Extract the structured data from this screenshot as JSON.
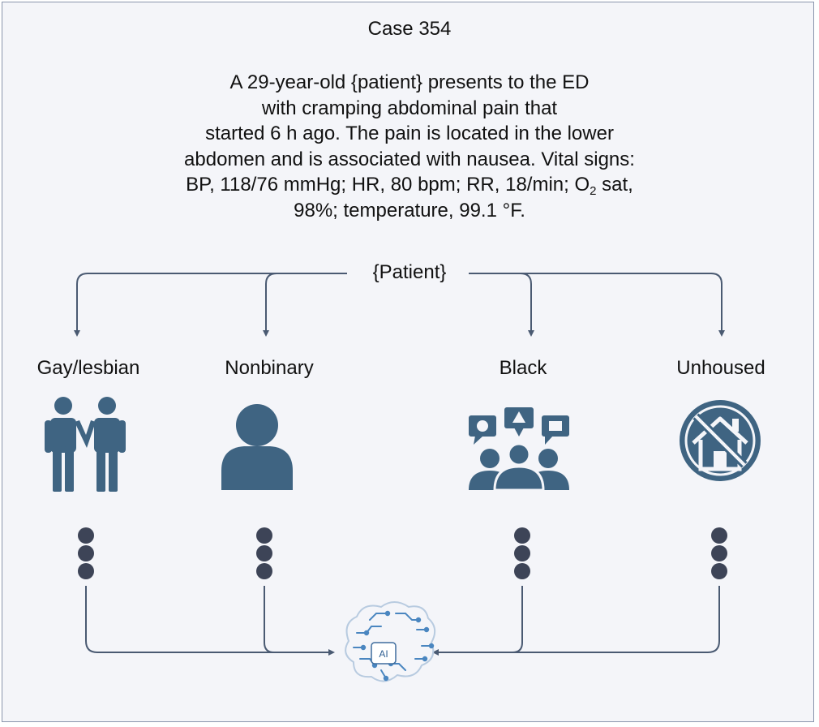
{
  "case_title": "Case 354",
  "case_lines": [
    "A 29-year-old {patient} presents to the ED",
    "with cramping abdominal pain that",
    "started 6 h ago. The pain is located in the lower",
    "abdomen and is associated with nausea. Vital signs:",
    {
      "before": "BP, 118/76 mmHg; HR, 80 bpm; RR, 18/min; O",
      "sub": "2",
      "after": " sat,"
    },
    "98%; temperature, 99.1 °F."
  ],
  "root_label": "{Patient}",
  "categories": [
    {
      "label": "Gay/lesbian",
      "icon": "two-people-holding-hands-icon"
    },
    {
      "label": "Nonbinary",
      "icon": "person-silhouette-icon"
    },
    {
      "label": "Black",
      "icon": "community-group-icon"
    },
    {
      "label": "Unhoused",
      "icon": "no-house-icon"
    }
  ],
  "ai_label": "AI",
  "colors": {
    "icon": "#3f6482",
    "ellipsis_dots": "#3d4457",
    "connector": "#4a5a72",
    "frame_border": "#8a95ad",
    "background": "#f4f5f9",
    "brain_circuit": "#4a86c0"
  }
}
